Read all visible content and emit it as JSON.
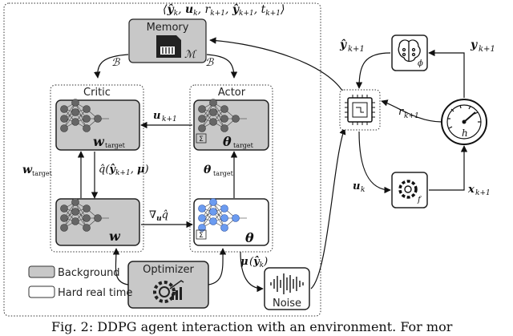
{
  "blocks": {
    "memory": "Memory",
    "critic": "Critic",
    "actor": "Actor",
    "optimizer": "Optimizer",
    "noise": "Noise"
  },
  "legend": {
    "background": "Background",
    "hard_real_time": "Hard real time"
  },
  "colors": {
    "background_block": "#c8c8c8",
    "hard_real_time_block": "#ffffff",
    "neuron_blue": "#6b9bf0"
  },
  "caption": "Fig. 2: DDPG agent interaction with an environment. For mor"
}
